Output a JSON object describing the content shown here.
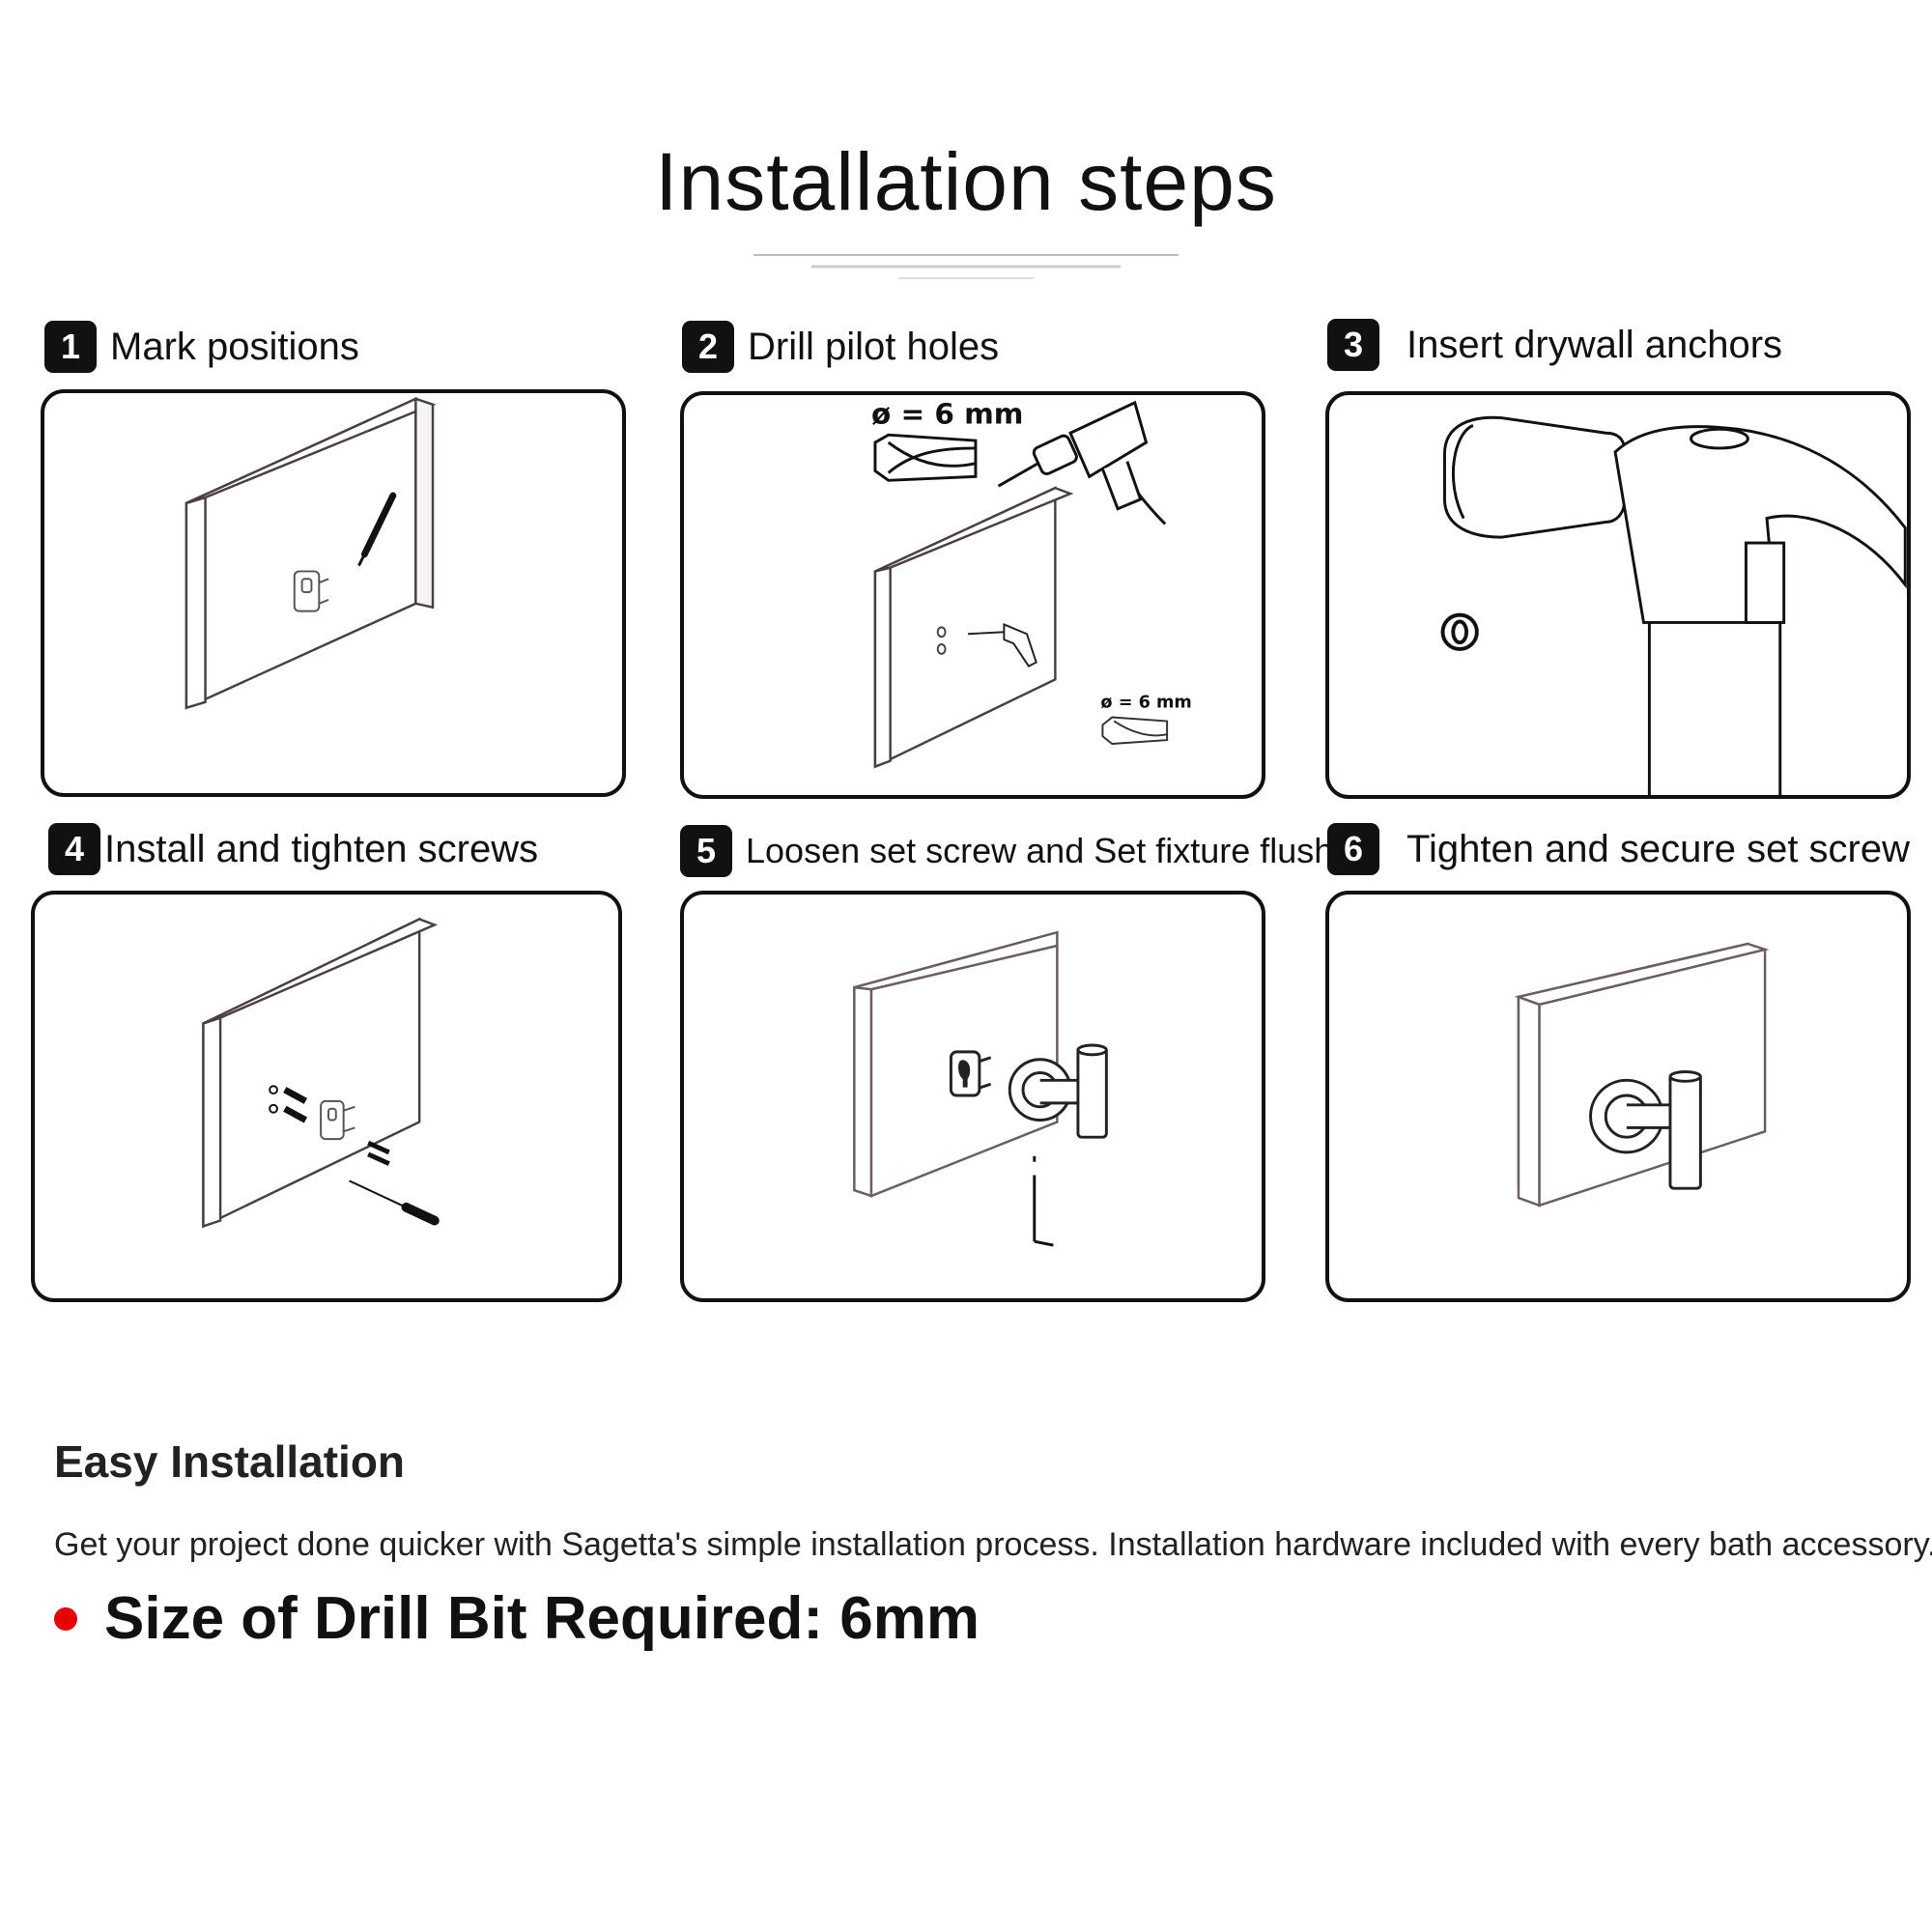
{
  "title": "Installation steps",
  "steps": [
    {
      "number": "1",
      "label": "Mark positions"
    },
    {
      "number": "2",
      "label": "Drill pilot holes"
    },
    {
      "number": "3",
      "label": "Insert drywall anchors"
    },
    {
      "number": "4",
      "label": "Install and tighten screws"
    },
    {
      "number": "5",
      "label": "Loosen set screw and Set fixture flush"
    },
    {
      "number": "6",
      "label": "Tighten and secure set screw"
    }
  ],
  "drill": {
    "size_large": "ø = 6 mm",
    "size_small": "ø = 6 mm"
  },
  "section": {
    "heading": "Easy Installation",
    "body": "Get your project done quicker with Sagetta's simple installation process. Installation hardware included with every bath accessory.",
    "bullet": "Size of Drill Bit Required: 6mm"
  },
  "colors": {
    "bullet_dot": "#e60000",
    "line": "#222222",
    "panel_border": "#111111"
  }
}
